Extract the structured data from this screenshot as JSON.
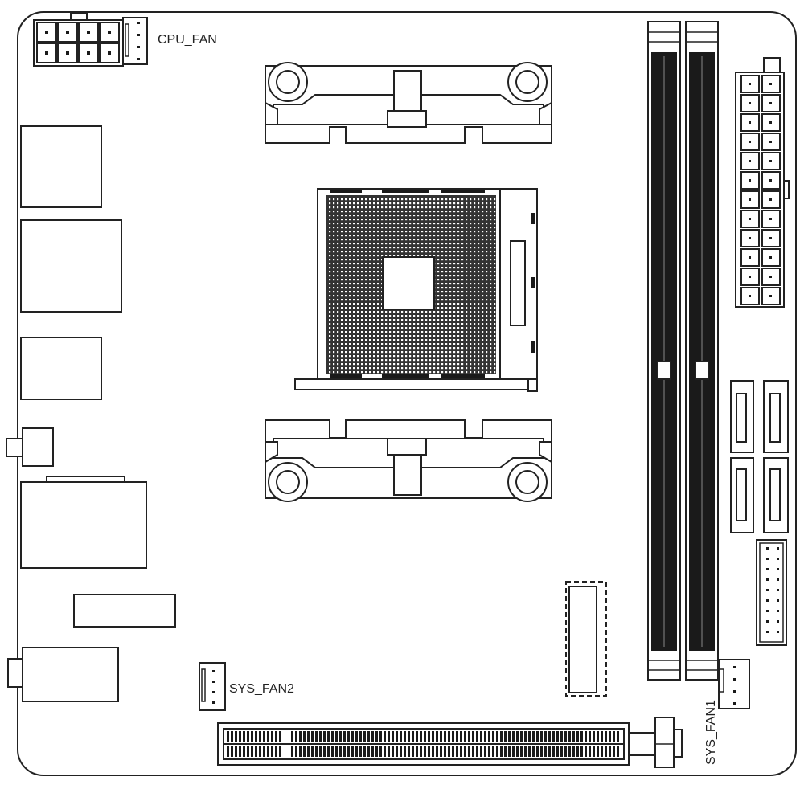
{
  "labels": {
    "cpu_fan": "CPU_FAN",
    "sys_fan1": "SYS_FAN1",
    "sys_fan2": "SYS_FAN2"
  },
  "colors": {
    "line": "#222222",
    "fill": "#ffffff",
    "slot": "#1a1a1a"
  }
}
